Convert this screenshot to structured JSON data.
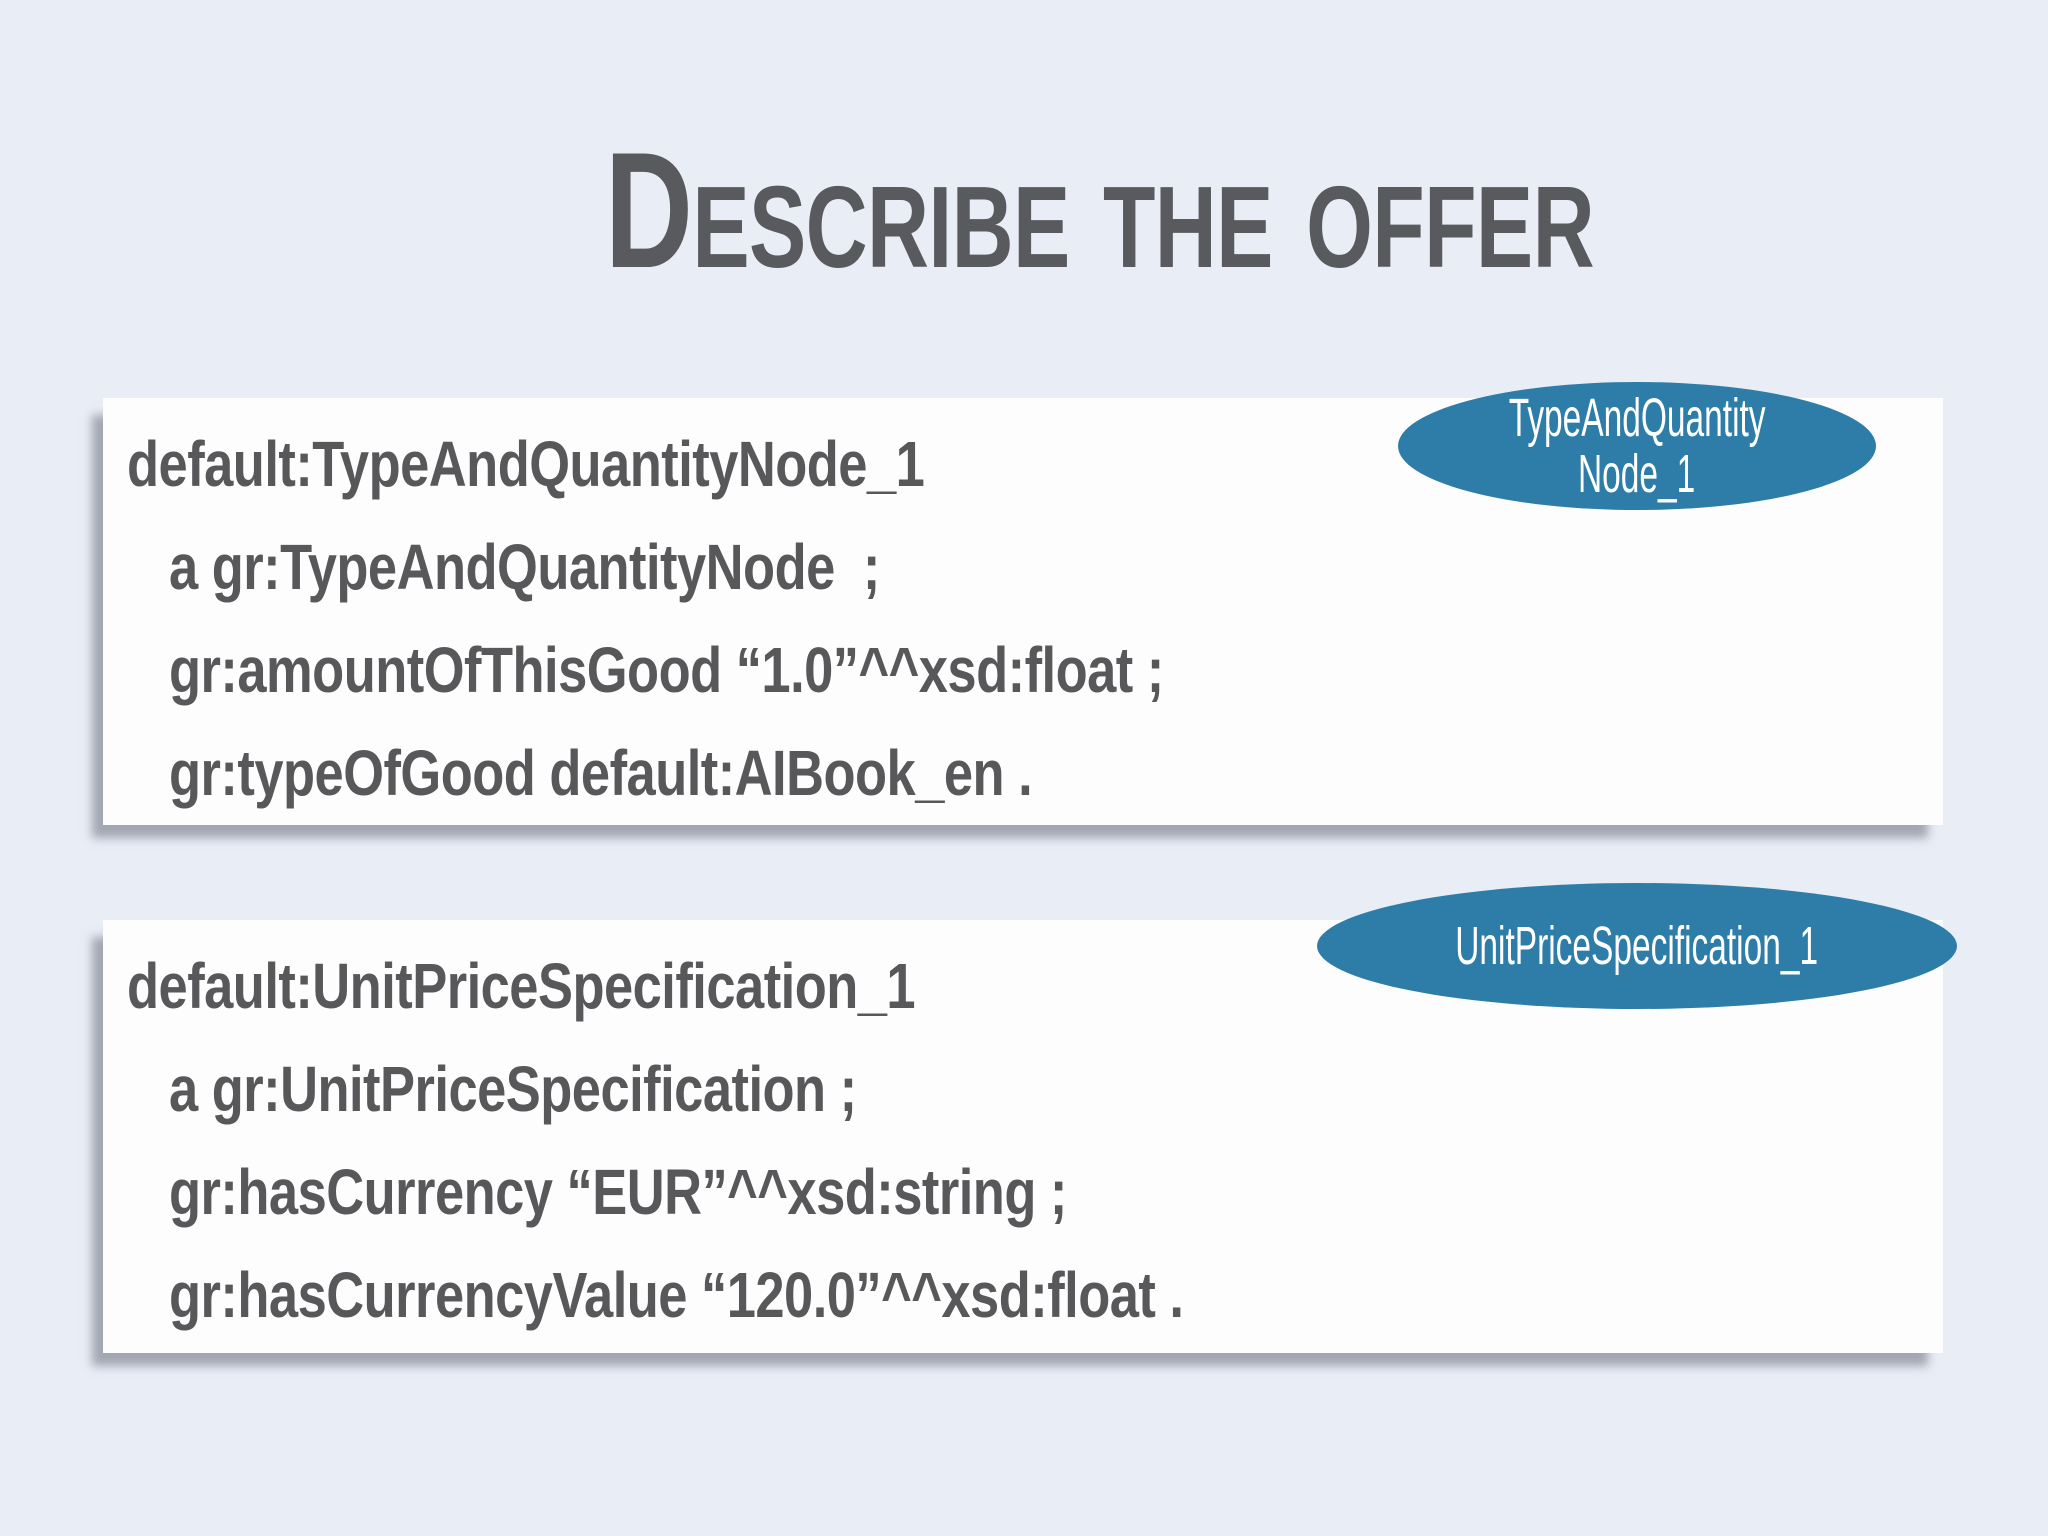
{
  "title": "Describe the offer",
  "colors": {
    "background": "#e9edf6",
    "card": "#fdfdfe",
    "code_text": "#58585b",
    "title_text": "#595a5e",
    "badge_fill": "#2d7da8",
    "badge_text": "#ffffff"
  },
  "cards": [
    {
      "badge": [
        "TypeAndQuantity",
        "Node_1"
      ],
      "lines": [
        "default:TypeAndQuantityNode_1",
        "a gr:TypeAndQuantityNode  ;",
        "gr:amountOfThisGood “1.0”^^xsd:float ;",
        "gr:typeOfGood default:AIBook_en ."
      ]
    },
    {
      "badge": [
        "UnitPriceSpecification_1"
      ],
      "lines": [
        "default:UnitPriceSpecification_1",
        "a gr:UnitPriceSpecification ;",
        "gr:hasCurrency “EUR”^^xsd:string ;",
        "gr:hasCurrencyValue “120.0”^^xsd:float ."
      ]
    }
  ]
}
